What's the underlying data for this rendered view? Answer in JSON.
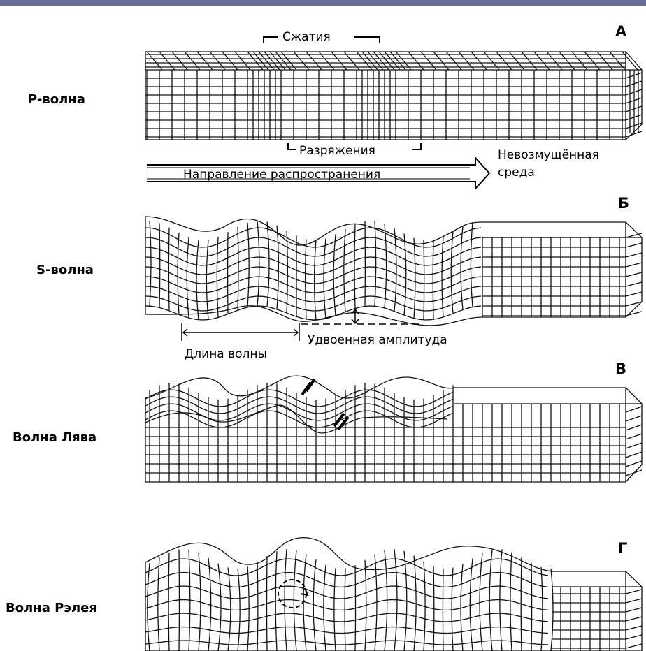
{
  "panels": [
    {
      "letter": "А",
      "wave": "P-волна"
    },
    {
      "letter": "Б",
      "wave": "S-волна"
    },
    {
      "letter": "В",
      "wave": "Волна Лява"
    },
    {
      "letter": "Г",
      "wave": "Волна Рэлея"
    }
  ],
  "annotations": {
    "compressions": "Сжатия",
    "rarefactions": "Разряжения",
    "undisturbed_line1": "Невозмущённая",
    "undisturbed_line2": "среда",
    "propagation": "Направление распространения",
    "wavelength": "Длина волны",
    "double_amplitude": "Удвоенная амплитуда"
  },
  "colors": {
    "top_bar": "#6b6b9c",
    "ink": "#111111"
  }
}
